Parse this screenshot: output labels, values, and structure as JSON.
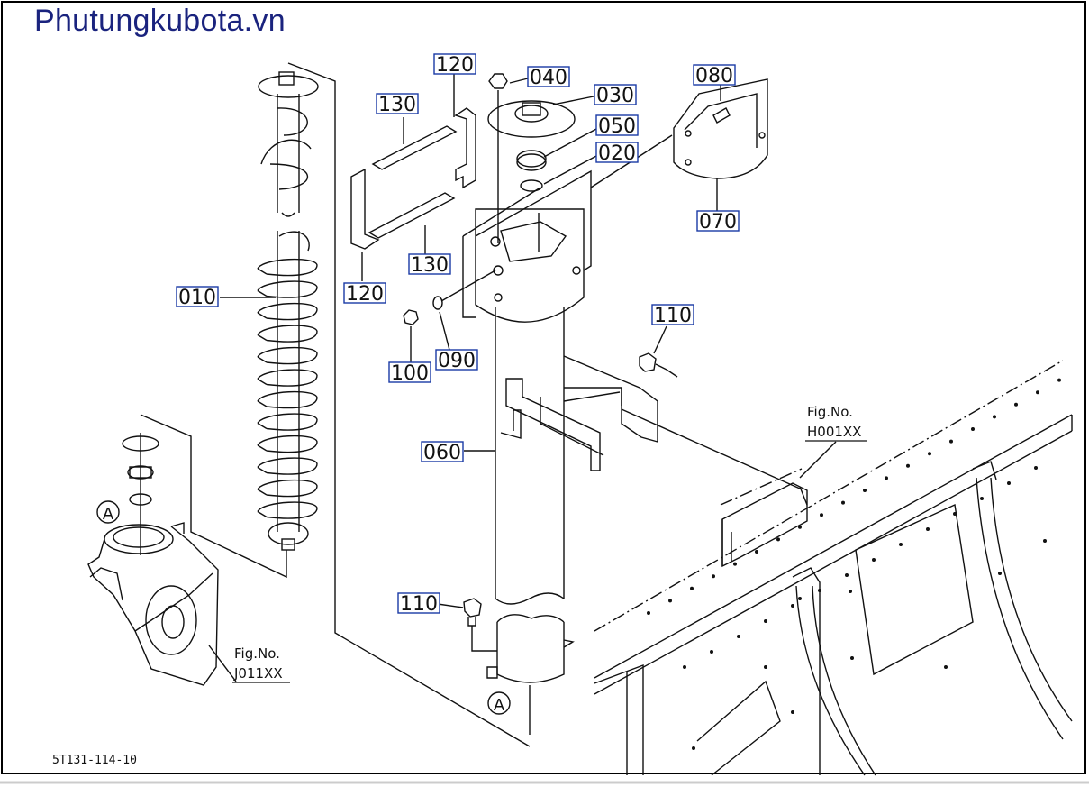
{
  "watermark": "Phutungkubota.vn",
  "diagram_code": "5T131-114-10",
  "parts": [
    {
      "id": "p010",
      "number": "010"
    },
    {
      "id": "p020",
      "number": "020"
    },
    {
      "id": "p030",
      "number": "030"
    },
    {
      "id": "p040",
      "number": "040"
    },
    {
      "id": "p050",
      "number": "050"
    },
    {
      "id": "p060",
      "number": "060"
    },
    {
      "id": "p070",
      "number": "070"
    },
    {
      "id": "p080",
      "number": "080"
    },
    {
      "id": "p090",
      "number": "090"
    },
    {
      "id": "p100",
      "number": "100"
    },
    {
      "id": "p110a",
      "number": "110"
    },
    {
      "id": "p110b",
      "number": "110"
    },
    {
      "id": "p120a",
      "number": "120"
    },
    {
      "id": "p120b",
      "number": "120"
    },
    {
      "id": "p130a",
      "number": "130"
    },
    {
      "id": "p130b",
      "number": "130"
    }
  ],
  "markers": {
    "a": "A"
  },
  "fig_refs": {
    "label": "Fig.No.",
    "left": "J011XX",
    "right": "H001XX"
  }
}
